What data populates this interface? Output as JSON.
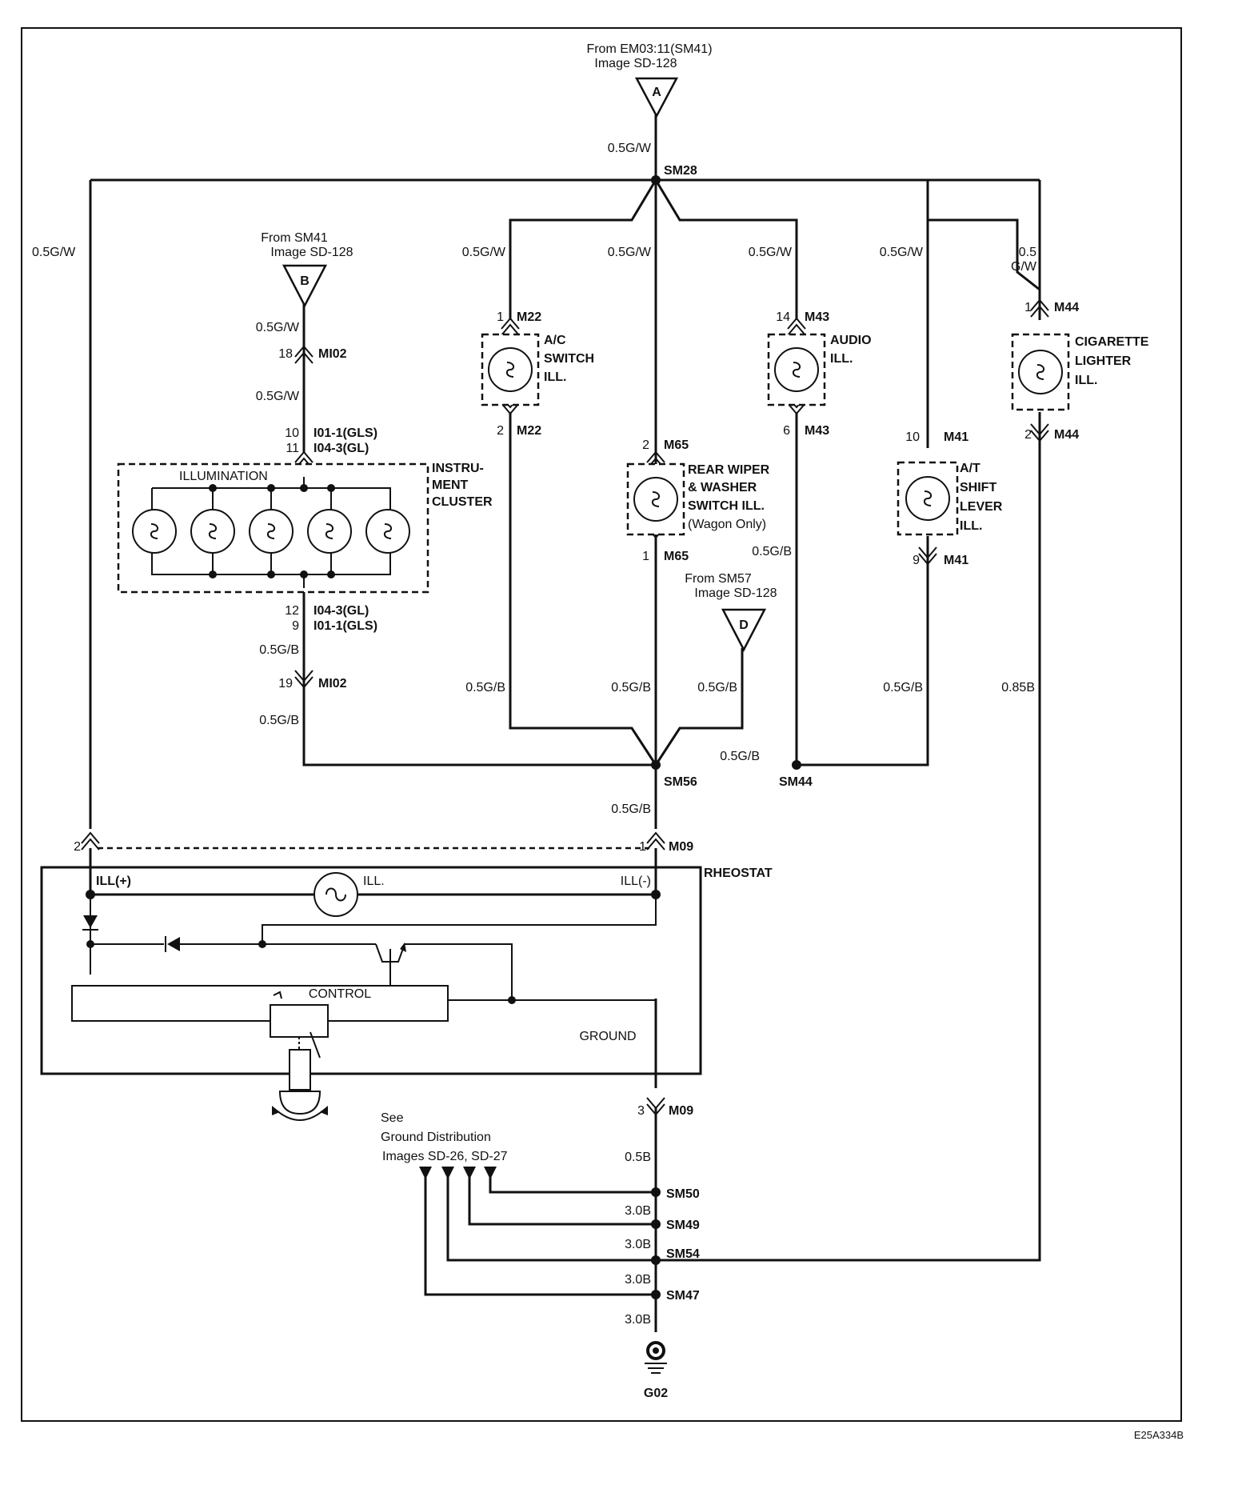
{
  "sources": {
    "a": {
      "line1": "From EM03:11(SM41)",
      "line2": "Image  SD-128",
      "tag": "A"
    },
    "b": {
      "line1": "From SM41",
      "line2": "Image  SD-128",
      "tag": "B"
    },
    "d": {
      "line1": "From SM57",
      "line2": "Image  SD-128",
      "tag": "D"
    }
  },
  "splices": {
    "sm28": "SM28",
    "sm56": "SM56",
    "sm44": "SM44",
    "sm50": "SM50",
    "sm49": "SM49",
    "sm54": "SM54",
    "sm47": "SM47"
  },
  "wires": {
    "gw": "0.5G/W",
    "gw_a": "0.5",
    "gw_b": "G/W",
    "gb": "0.5G/B",
    "b085": "0.85B",
    "b05": "0.5B",
    "b30": "3.0B"
  },
  "connectors": {
    "m22": "M22",
    "m43": "M43",
    "m44": "M44",
    "m65": "M65",
    "m41": "M41",
    "mi02": "MI02",
    "m09": "M09",
    "i01_gls": "I01-1(GLS)",
    "i04_gl": "I04-3(GL)",
    "i04_gl_b": "I04-3(GL)",
    "i01_gls_b": "I01-1(GLS)"
  },
  "pins": {
    "p1": "1",
    "p2": "2",
    "p3": "3",
    "p6": "6",
    "p9": "9",
    "p10": "10",
    "p11": "11",
    "p12": "12",
    "p14": "14",
    "p18": "18",
    "p19": "19"
  },
  "components": {
    "ac": [
      "A/C",
      "SWITCH",
      "ILL."
    ],
    "audio": [
      "AUDIO",
      "ILL."
    ],
    "cig": [
      "CIGARETTE",
      "LIGHTER",
      "ILL."
    ],
    "wiper": [
      "REAR WIPER",
      "& WASHER",
      "SWITCH ILL.",
      "(Wagon Only)"
    ],
    "shift": [
      "A/T",
      "SHIFT",
      "LEVER",
      "ILL."
    ],
    "cluster": [
      "INSTRU-",
      "MENT",
      "CLUSTER"
    ],
    "illumination": "ILLUMINATION"
  },
  "rheostat": {
    "title": "RHEOSTAT",
    "ill_plus": "ILL(+)",
    "ill_minus": "ILL(-)",
    "ill": "ILL.",
    "control": "CONTROL",
    "ground": "GROUND"
  },
  "ground_ref": [
    "See",
    "Ground Distribution",
    "Images SD-26, SD-27"
  ],
  "ground_point": "G02",
  "diagram_id": "E25A334B"
}
